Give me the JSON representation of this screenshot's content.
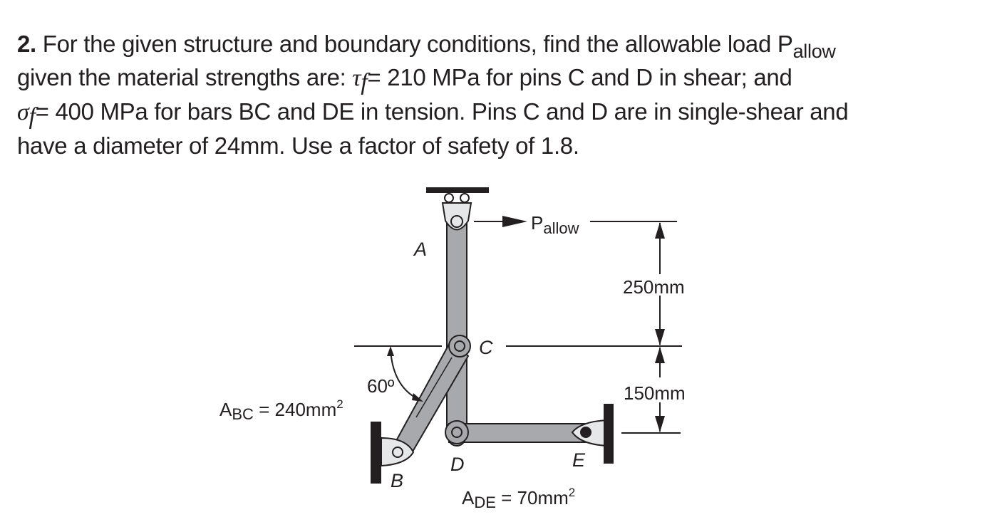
{
  "problem": {
    "number": "2.",
    "line1_a": " For the given structure and boundary conditions, find the allowable load P",
    "line1_sub": "allow",
    "line2_a": "given the material strengths are: ",
    "tau_symbol": "τ",
    "tau_sub": "f",
    "line2_b": "= 210 MPa for pins C and D in shear; and",
    "sigma_symbol": "σ",
    "sigma_sub": "f",
    "line3_b": "= 400 MPa for bars BC and DE in tension. Pins C and D are in single-shear and",
    "line4": "have a diameter of 24mm. Use a factor of safety of 1.8."
  },
  "diagram": {
    "load_label": "P",
    "load_label_sub": "allow",
    "points": {
      "A": "A",
      "B": "B",
      "C": "C",
      "D": "D",
      "E": "E"
    },
    "angle_label": "60º",
    "dim_upper": "250mm",
    "dim_lower": "150mm",
    "area_bc_prefix": "A",
    "area_bc_sub": "BC",
    "area_bc_value": " = 240mm",
    "area_bc_exp": "2",
    "area_de_prefix": "A",
    "area_de_sub": "DE",
    "area_de_value": " = 70mm",
    "area_de_exp": "2",
    "colors": {
      "bar_fill": "#a7a9ac",
      "bracket_fill": "#e6e7e8",
      "outline": "#231f20",
      "wall": "#231f20"
    }
  }
}
